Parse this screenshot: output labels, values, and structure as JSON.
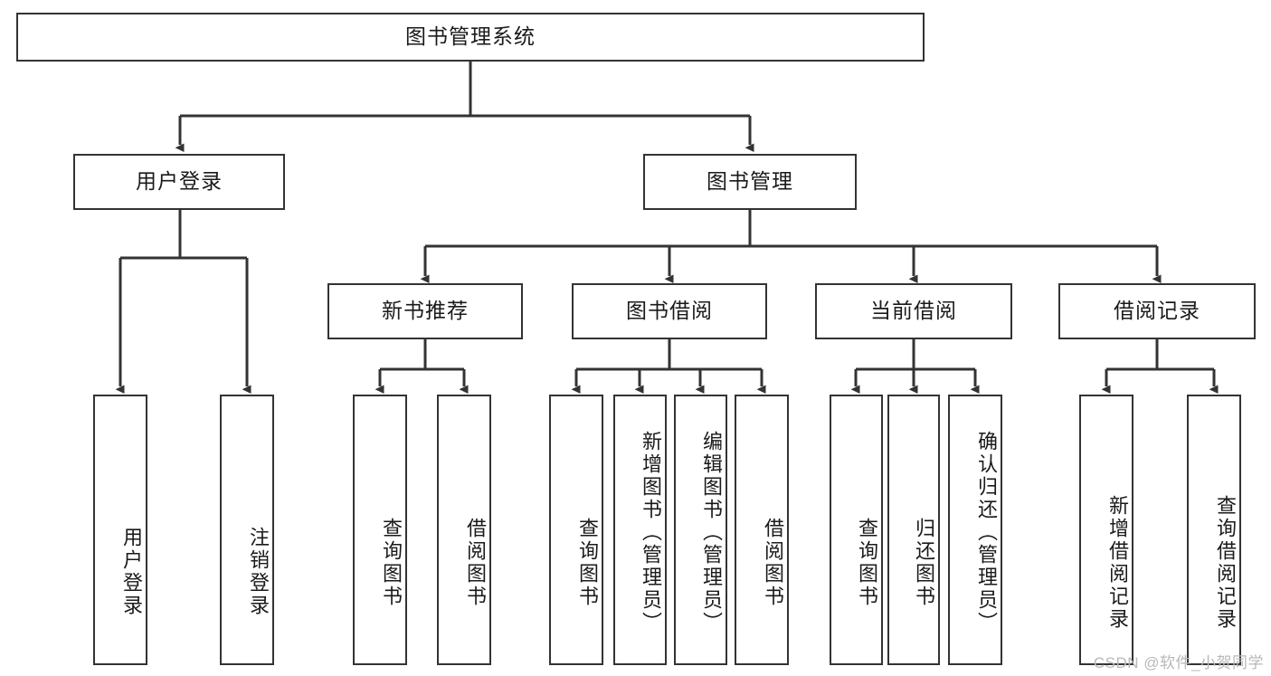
{
  "diagram": {
    "title": "图书管理系统",
    "type": "functional-structure-tree",
    "watermark": "CSDN @软件_小贺同学",
    "colors": {
      "box_border": "#333333",
      "box_fill": "#ffffff",
      "edge": "#333333",
      "text": "#1a1a1a",
      "watermark": "#b8b8b8",
      "background": "#ffffff"
    },
    "nodes": {
      "root": {
        "label": "图书管理系统"
      },
      "level2": [
        {
          "id": "user-login",
          "label": "用户登录"
        },
        {
          "id": "book-manage",
          "label": "图书管理"
        }
      ],
      "level3": [
        {
          "id": "new-book-recommend",
          "label": "新书推荐"
        },
        {
          "id": "book-borrow",
          "label": "图书借阅"
        },
        {
          "id": "current-borrow",
          "label": "当前借阅"
        },
        {
          "id": "borrow-record",
          "label": "借阅记录"
        }
      ],
      "leaves": {
        "user_login": [
          {
            "id": "leaf-user-login",
            "label": "用户登录"
          },
          {
            "id": "leaf-logout-login",
            "label": "注销登录"
          }
        ],
        "new_book_recommend": [
          {
            "id": "leaf-query-book-1",
            "label": "查询图书"
          },
          {
            "id": "leaf-borrow-book-1",
            "label": "借阅图书"
          }
        ],
        "book_borrow": [
          {
            "id": "leaf-query-book-2",
            "label": "查询图书"
          },
          {
            "id": "leaf-add-book-admin",
            "label": "新增图书（管理员）"
          },
          {
            "id": "leaf-edit-book-admin",
            "label": "编辑图书（管理员）"
          },
          {
            "id": "leaf-borrow-book-2",
            "label": "借阅图书"
          }
        ],
        "current_borrow": [
          {
            "id": "leaf-query-book-3",
            "label": "查询图书"
          },
          {
            "id": "leaf-return-book",
            "label": "归还图书"
          },
          {
            "id": "leaf-confirm-return-admin",
            "label": "确认归还（管理员）"
          }
        ],
        "borrow_record": [
          {
            "id": "leaf-add-borrow-record",
            "label": "新增借阅记录"
          },
          {
            "id": "leaf-query-borrow-record",
            "label": "查询借阅记录"
          }
        ]
      }
    }
  }
}
